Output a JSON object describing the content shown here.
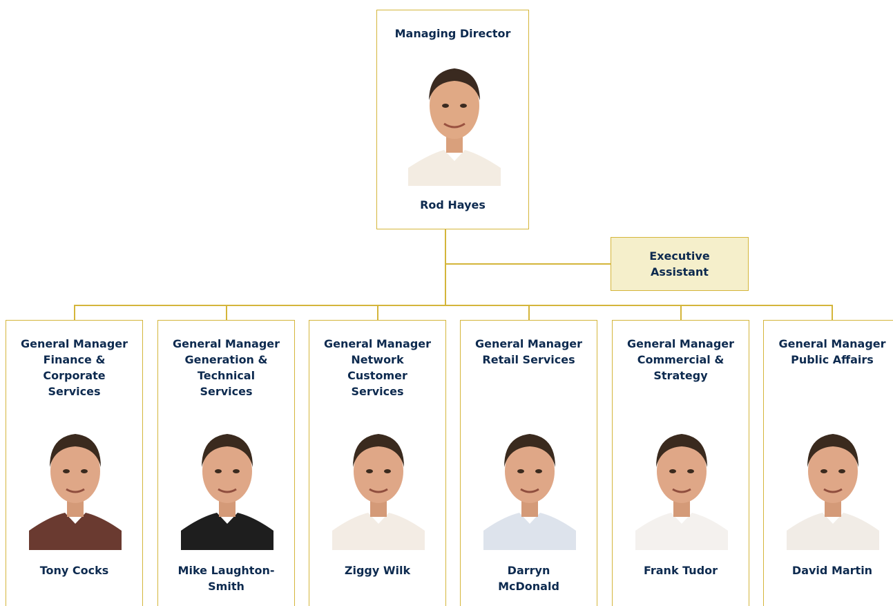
{
  "managing_director": {
    "role": "Managing Director",
    "name": "Rod Hayes"
  },
  "executive_assistant": {
    "role_line1": "Executive",
    "role_line2": "Assistant"
  },
  "managers": [
    {
      "role": [
        "General Manager",
        "Finance &",
        "Corporate",
        "Services"
      ],
      "name": [
        "Tony Cocks",
        ""
      ],
      "shirt": "#6a3a30"
    },
    {
      "role": [
        "General Manager",
        "Generation &",
        "Technical",
        "Services"
      ],
      "name": [
        "Mike Laughton-",
        "Smith"
      ],
      "shirt": "#1e1e1e"
    },
    {
      "role": [
        "General Manager",
        "Network",
        "Customer",
        "Services"
      ],
      "name": [
        "Ziggy Wilk",
        ""
      ],
      "shirt": "#f3ece4"
    },
    {
      "role": [
        "General Manager",
        "Retail Services",
        "",
        ""
      ],
      "name": [
        "Darryn",
        "McDonald"
      ],
      "shirt": "#dde3ec"
    },
    {
      "role": [
        "General Manager",
        "Commercial &",
        "Strategy",
        ""
      ],
      "name": [
        "Frank Tudor",
        ""
      ],
      "shirt": "#f4f1ee"
    },
    {
      "role": [
        "General Manager",
        "Public Affairs",
        "",
        ""
      ],
      "name": [
        "David Martin",
        ""
      ],
      "shirt": "#f1ece6"
    }
  ],
  "colors": {
    "border": "#d4b53a",
    "text": "#0d2a4f",
    "assistant_fill": "#f5efcb"
  }
}
